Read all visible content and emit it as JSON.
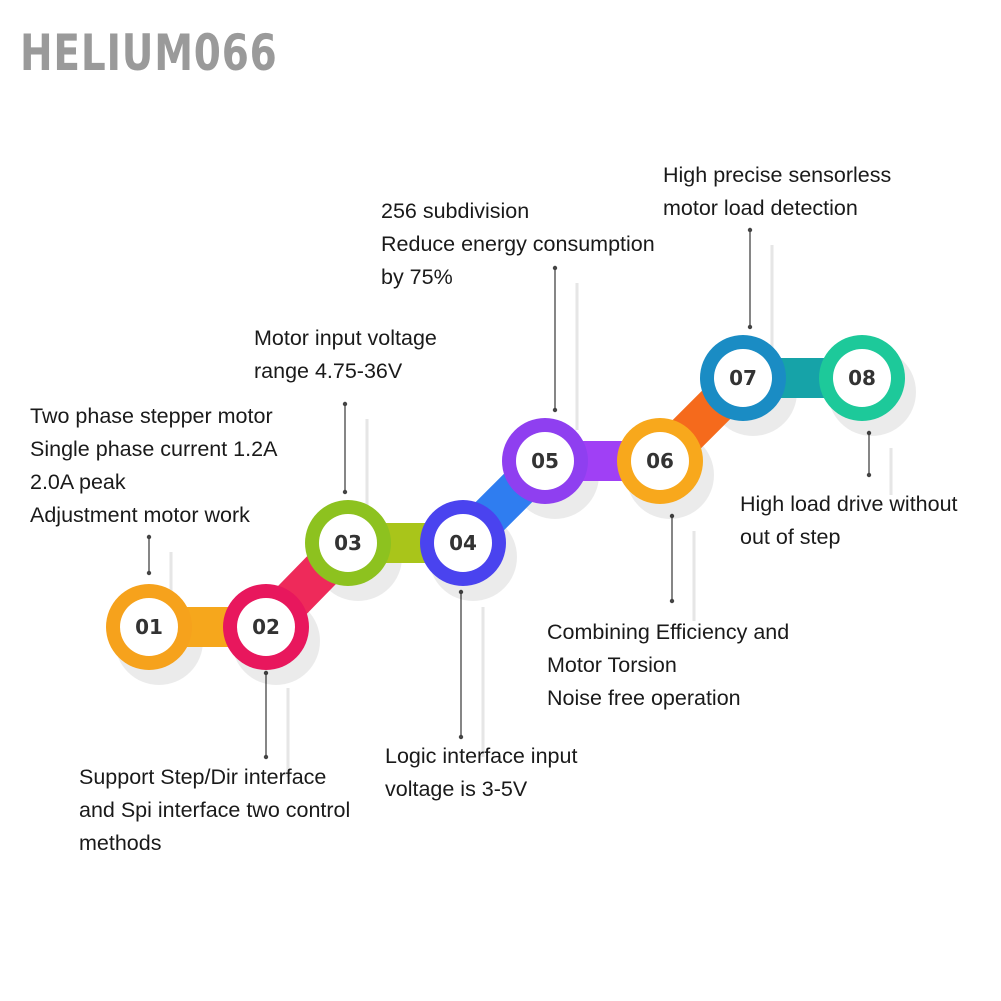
{
  "watermark": "HELIUM066",
  "steps": [
    {
      "number": "01",
      "color": "#f6a21c",
      "lines": [
        "Two phase stepper motor",
        "Single phase current 1.2A",
        "2.0A peak",
        "Adjustment motor work"
      ]
    },
    {
      "number": "02",
      "color": "#e8175d",
      "lines": [
        "Support Step/Dir interface",
        "and Spi interface two control",
        "methods"
      ]
    },
    {
      "number": "03",
      "color": "#8dc21f",
      "lines": [
        "Motor input voltage",
        "range 4.75-36V"
      ]
    },
    {
      "number": "04",
      "color": "#4a43ef",
      "lines": [
        "Logic interface input",
        "voltage is 3-5V"
      ]
    },
    {
      "number": "05",
      "color": "#8f3ff0",
      "lines": [
        "256 subdivision",
        "Reduce energy consumption",
        "by 75%"
      ]
    },
    {
      "number": "06",
      "color": "#f8a81c",
      "lines": [
        "Combining Efficiency and",
        "Motor Torsion",
        "Noise free operation"
      ]
    },
    {
      "number": "07",
      "color": "#1a8cc4",
      "lines": [
        "High precise sensorless",
        "motor load detection"
      ]
    },
    {
      "number": "08",
      "color": "#1dc99a",
      "lines": [
        "High load drive without",
        "out of step"
      ]
    }
  ],
  "connector_colors": [
    "#f6a71c",
    "#ee2a5a",
    "#a9c51a",
    "#2f7df0",
    "#a040f5",
    "#f56a1c",
    "#16a3a8"
  ]
}
